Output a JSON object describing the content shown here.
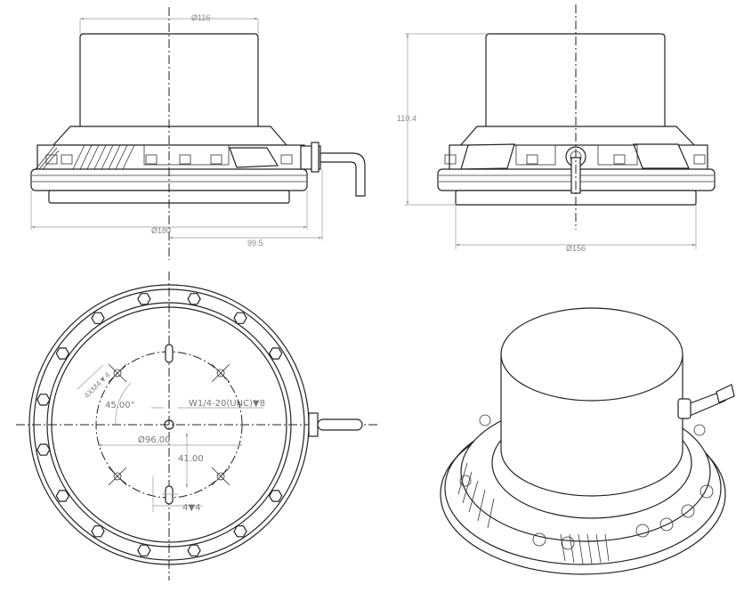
{
  "front_view": {
    "top_diameter": "Ø116",
    "base_diameter": "Ø180",
    "cable_offset": "99.5"
  },
  "side_view": {
    "height": "110.4",
    "bottom_diameter": "Ø156"
  },
  "bottom_view": {
    "mount_holes": "4XM4▼4",
    "angle": "45.00°",
    "center_thread": "W1/4-20(UNC)▼8",
    "bolt_circle": "Ø96.00",
    "slot_offset": "41.00",
    "slot_spec": "4▼4"
  },
  "colors": {
    "line": "#222222",
    "dimension": "#999999"
  }
}
